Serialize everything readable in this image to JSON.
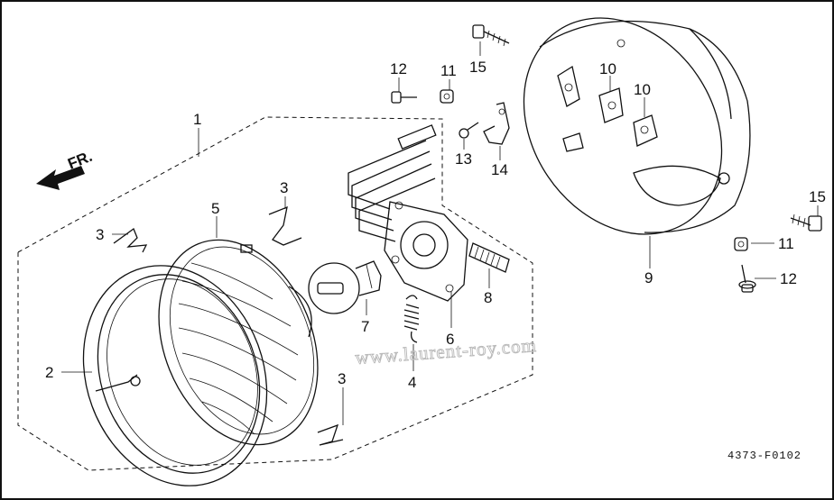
{
  "direction_label": "FR.",
  "figure_code": "4373-F0102",
  "watermark": "www.laurent-roy.com",
  "icons": {
    "direction": "arrow-left-icon"
  },
  "callouts": [
    {
      "id": "c1",
      "label": "1"
    },
    {
      "id": "c2",
      "label": "2"
    },
    {
      "id": "c3a",
      "label": "3"
    },
    {
      "id": "c3b",
      "label": "3"
    },
    {
      "id": "c3c",
      "label": "3"
    },
    {
      "id": "c4",
      "label": "4"
    },
    {
      "id": "c5",
      "label": "5"
    },
    {
      "id": "c6",
      "label": "6"
    },
    {
      "id": "c7",
      "label": "7"
    },
    {
      "id": "c8",
      "label": "8"
    },
    {
      "id": "c9",
      "label": "9"
    },
    {
      "id": "c10a",
      "label": "10"
    },
    {
      "id": "c10b",
      "label": "10"
    },
    {
      "id": "c11a",
      "label": "11"
    },
    {
      "id": "c11b",
      "label": "11"
    },
    {
      "id": "c12a",
      "label": "12"
    },
    {
      "id": "c12b",
      "label": "12"
    },
    {
      "id": "c13",
      "label": "13"
    },
    {
      "id": "c14",
      "label": "14"
    },
    {
      "id": "c15a",
      "label": "15"
    },
    {
      "id": "c15b",
      "label": "15"
    }
  ]
}
